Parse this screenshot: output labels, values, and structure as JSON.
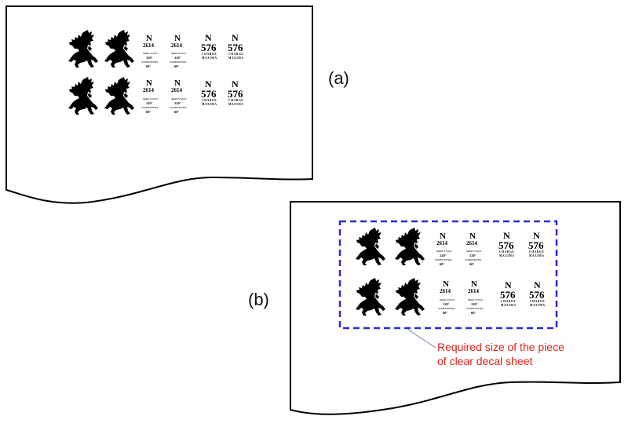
{
  "panels": [
    {
      "label": "(a)",
      "decals": [
        {
          "row": [
            {
              "kind": "horse"
            },
            {
              "kind": "horse"
            },
            {
              "kind": "small",
              "top": "N",
              "num": "2614",
              "l1": "NEED STOCK",
              "v1": "120°",
              "l2": "COMMODITIES",
              "v2": "60°"
            },
            {
              "kind": "small",
              "top": "N",
              "num": "2614",
              "l1": "NEED STOCK",
              "v1": "120°",
              "l2": "COMMODITIES",
              "v2": "60°"
            },
            {
              "kind": "big",
              "top": "N",
              "num": "576",
              "l1": "CHARGE",
              "l2": "MAXIMA"
            },
            {
              "kind": "big",
              "top": "N",
              "num": "576",
              "l1": "CHARGE",
              "l2": "MAXIMA"
            }
          ]
        },
        {
          "row": [
            {
              "kind": "horse"
            },
            {
              "kind": "horse"
            },
            {
              "kind": "small",
              "top": "N",
              "num": "2614",
              "l1": "NEED STOCK",
              "v1": "120°",
              "l2": "COMMODITIES",
              "v2": "60°"
            },
            {
              "kind": "small",
              "top": "N",
              "num": "2614",
              "l1": "NEED STOCK",
              "v1": "120°",
              "l2": "COMMODITIES",
              "v2": "60°"
            },
            {
              "kind": "big",
              "top": "N",
              "num": "576",
              "l1": "CHARGE",
              "l2": "MAXIMA"
            },
            {
              "kind": "big",
              "top": "N",
              "num": "576",
              "l1": "CHARGE",
              "l2": "MAXIMA"
            }
          ]
        }
      ]
    },
    {
      "label": "(b)",
      "callout": {
        "line1": "Required size of the piece",
        "line2": "of clear decal sheet"
      }
    }
  ],
  "colors": {
    "outline": "#000000",
    "dashed_box": "#2a2ad6",
    "callout_text": "#e0201b",
    "callout_line": "#7a7aa8"
  }
}
